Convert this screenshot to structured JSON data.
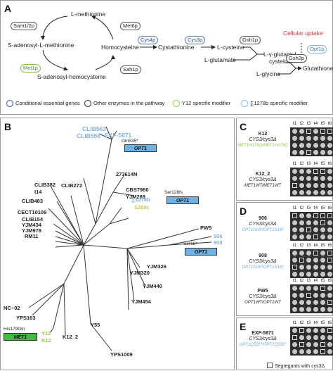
{
  "panels": {
    "a": "A",
    "b": "B",
    "c": "C",
    "d": "D",
    "e": "E"
  },
  "pathway": {
    "l_methionine": "L-methionine",
    "sam": "S-adenosyl-L-methionine",
    "sah": "S-adenosyl-homocysteine",
    "homocysteine": "Homocysteine",
    "cystathionine": "Cystathionine",
    "l_cysteine": "L-cysteine",
    "gamma_glutamyl": "L-γ-glutamyl",
    "cysteine2": "cysteine",
    "l_glutamate": "L-glutamate",
    "l_glycine": "L-glycine",
    "glutathione": "Glutathione",
    "cellular_uptake": "Cellular uptake",
    "enzymes": {
      "sam12": "Sam1/2p",
      "met6": "Met6p",
      "met1": "Met1p",
      "sah1": "Sah1p",
      "cys4": "Cys4p",
      "cys3": "Cys3p",
      "gsh1": "Gsh1p",
      "gsh2": "Gsh2p",
      "opt1": "Opt1p"
    }
  },
  "legend": {
    "conditional": "Conditional essential genes",
    "other": "Other enzymes in the pathway",
    "y12": "Y12 specific modifier",
    "sigma": "∑1278b specific modifier"
  },
  "colors": {
    "blue": "#5b7db5",
    "green": "#7cc242",
    "lightblue": "#7fb6e0",
    "yellow": "#d6c93a",
    "red": "#d9343a",
    "gray": "#555555"
  },
  "tree": {
    "clib563": "CLIB563",
    "exf5871": "EXF-5871",
    "clib556": "CLIB556",
    "gln535": "Gln535*",
    "opt1": "OPT1",
    "met1": "MET1",
    "s273614n": "273614N",
    "clib382": "CLIB382",
    "clib272": "CLIB272",
    "cbs7960": "CBS7960",
    "i14": "I14",
    "yjm269": "YJM269",
    "ser128fs": "Ser128fs",
    "clib483": "CLIB483",
    "s1278b": "∑1278b",
    "s288c": "S288c",
    "cect10109": "CECT10109",
    "clib154": "CLIB154",
    "yjm434": "YJM434",
    "yjm978": "YJM978",
    "rm11": "RM11",
    "pw5": "PW5",
    "s906": "906",
    "s908": "908",
    "ser16": "Ser16*",
    "yjm326": "YJM326",
    "yjm320": "YJM320",
    "yjm440": "YJM440",
    "yjm454": "YJM454",
    "nc02": "NC−02",
    "yps163": "YPS163",
    "his179gln": "His179Gln",
    "y12": "Y12",
    "k12": "K12",
    "k12_2": "K12_2",
    "y55": "Y55",
    "yps1009": "YPS1009"
  },
  "spots": {
    "ticks": [
      "t1",
      "t2",
      "t3",
      "t4",
      "t5",
      "t6"
    ],
    "footnote": "Segregants with cys3Δ"
  },
  "strains": {
    "c1": {
      "name": "K12",
      "g1": "CYS3/cys3Δ",
      "g2": "MET1H179Q/MET1H179Q"
    },
    "c2": {
      "name": "K12_2",
      "g1": "CYS3/cys3Δ",
      "g2": "MET1WT/MET1WT"
    },
    "d1": {
      "name": "906",
      "g1": "CYS3/cys3Δ",
      "g2": "OPT1S16*/OPT1S16*"
    },
    "d2": {
      "name": "908",
      "g1": "CYS3/cys3Δ",
      "g2": "OPT1S16*/OPT1S16*"
    },
    "d3": {
      "name": "PW5",
      "g1": "CYS3/cys3Δ",
      "g2": "OPT1WT/OPT1WT"
    },
    "e1": {
      "name": "EXF-5871",
      "g1": "CYS3/cys3Δ",
      "g2": "OPT1Q535*/OPT1Q535*"
    }
  }
}
